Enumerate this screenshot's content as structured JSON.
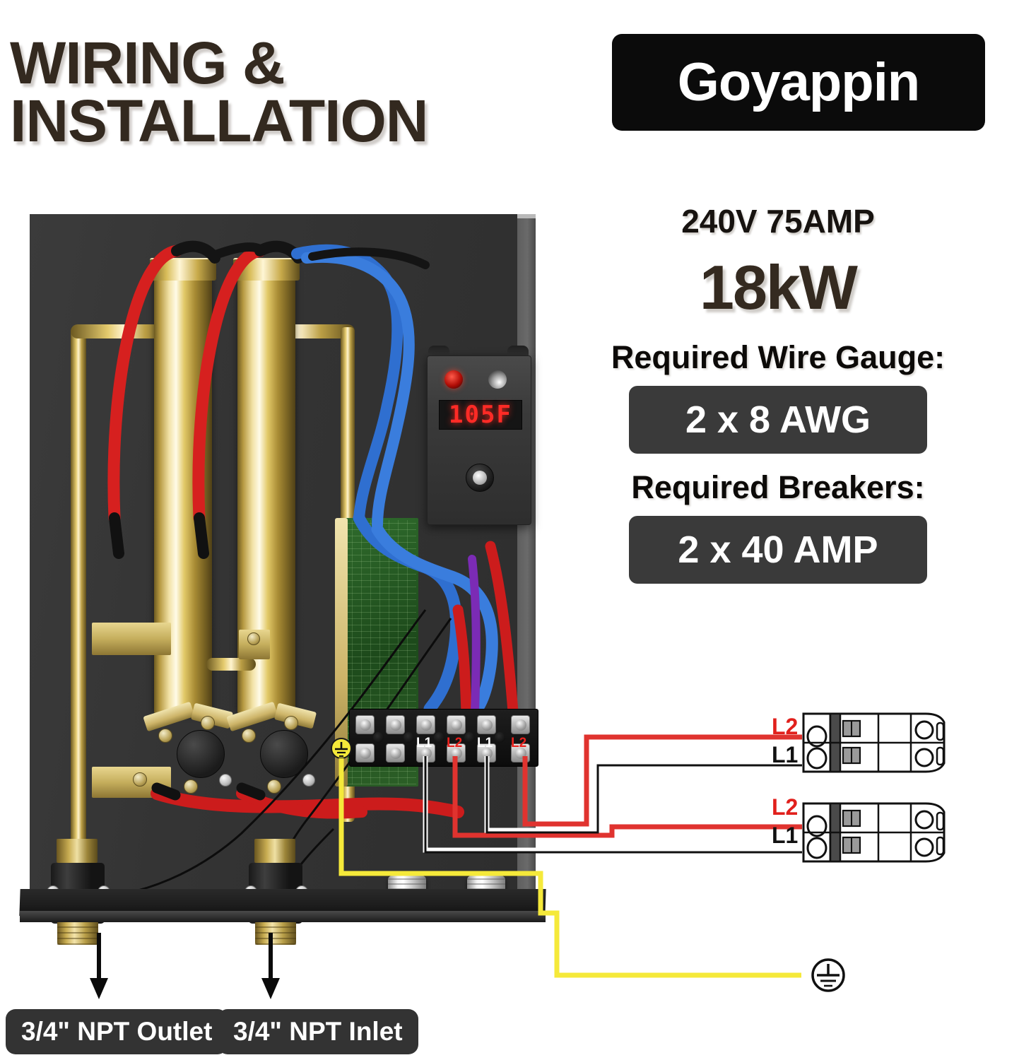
{
  "header": {
    "title_line1": "WIRING &",
    "title_line2": "INSTALLATION",
    "brand": "Goyappin"
  },
  "specs": {
    "voltage_amp": "240V 75AMP",
    "power": "18kW",
    "wire_gauge_label": "Required Wire Gauge:",
    "wire_gauge_value": "2 x 8 AWG",
    "breakers_label": "Required Breakers:",
    "breakers_value": "2 x 40 AMP"
  },
  "display": {
    "temperature": "105F"
  },
  "terminal_block": {
    "labels": [
      "L1",
      "L2",
      "L1",
      "L2"
    ],
    "ground_symbol": "ground-icon"
  },
  "breakers": [
    {
      "top_label": "L2",
      "bottom_label": "L1"
    },
    {
      "top_label": "L2",
      "bottom_label": "L1"
    }
  ],
  "callouts": {
    "outlet": "3/4\" NPT Outlet",
    "inlet": "3/4\" NPT Inlet"
  },
  "colors": {
    "title_text": "#33291f",
    "badge_bg": "#0b0b0b",
    "pill_bg": "#3a3a3a",
    "l2_red": "#e1201c",
    "l1_black": "#111111",
    "ground_yellow": "#f5e93a",
    "panel": "#343434"
  }
}
